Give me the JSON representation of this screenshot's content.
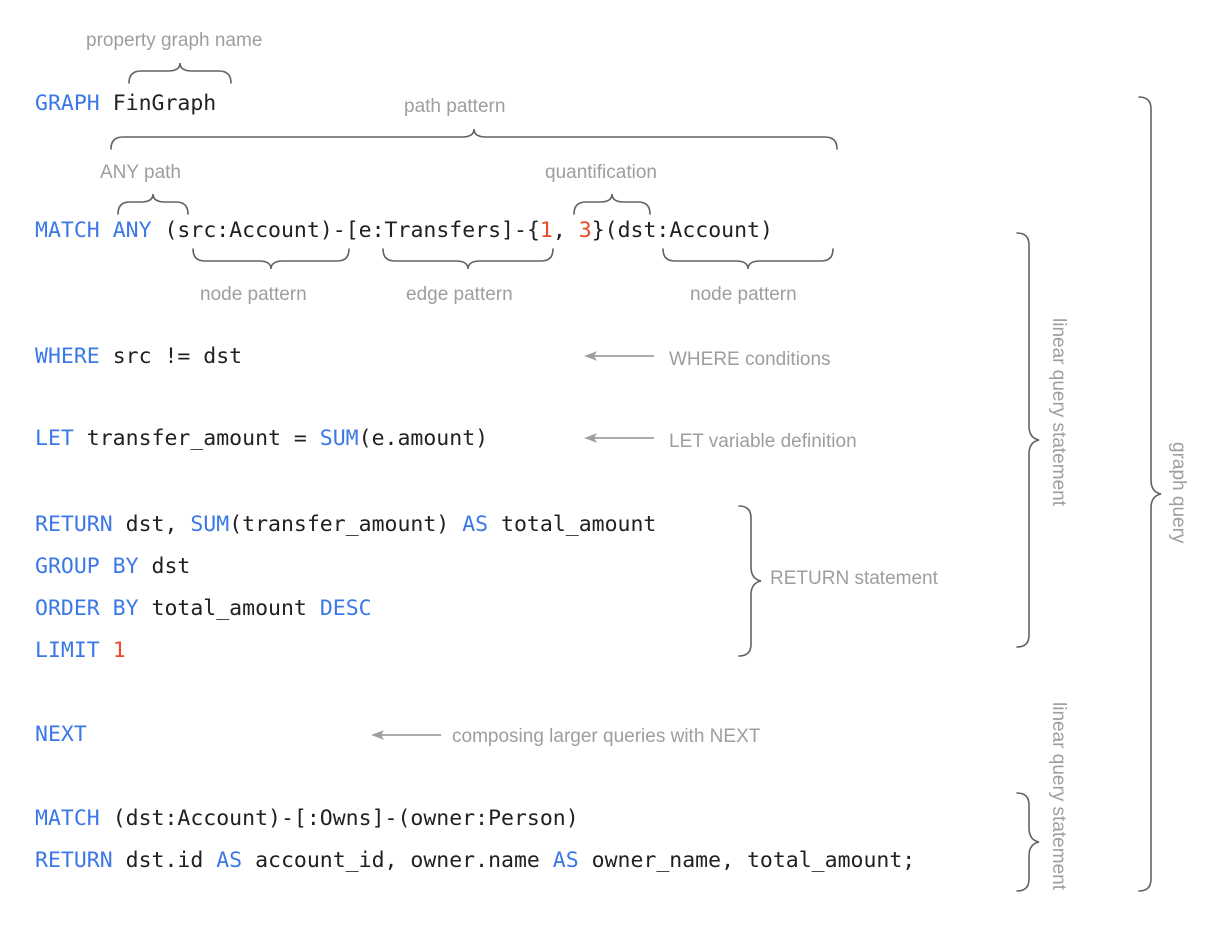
{
  "diagram": {
    "title": "GQL graph query annotated syntax diagram",
    "colors": {
      "keyword": "#3b78e7",
      "number": "#ea4a27",
      "plain": "#202124",
      "annotation": "#9e9e9e",
      "brace": "#5f6368",
      "background": "#ffffff"
    }
  },
  "code": {
    "line_graph": {
      "keyword": "GRAPH",
      "value": "FinGraph"
    },
    "line_match": {
      "keyword": "MATCH",
      "any": "ANY",
      "node_src": "(src:Account)",
      "dash1": "-",
      "edge": "[e:Transfers]",
      "dash2": "-",
      "quant_open": "{",
      "quant_lower": "1",
      "quant_sep": ", ",
      "quant_upper": "3",
      "quant_close": "}",
      "node_dst": "(dst:Account)"
    },
    "line_where": {
      "keyword": "WHERE",
      "expr": "src != dst"
    },
    "line_let": {
      "keyword": "LET",
      "var": "transfer_amount = ",
      "fn": "SUM",
      "args": "(e.amount)"
    },
    "line_return": {
      "keyword": "RETURN",
      "part1": "dst, ",
      "fn": "SUM",
      "part2": "(transfer_amount) ",
      "as": "AS",
      "part3": "total_amount"
    },
    "line_group": {
      "keyword": "GROUP BY",
      "expr": "dst"
    },
    "line_order": {
      "keyword": "ORDER BY",
      "expr": "total_amount",
      "dir": "DESC"
    },
    "line_limit": {
      "keyword": "LIMIT",
      "value": "1"
    },
    "line_next": {
      "keyword": "NEXT"
    },
    "line_match2": {
      "keyword": "MATCH",
      "pattern": "(dst:Account)-[:Owns]-(owner:Person)"
    },
    "line_return2": {
      "keyword": "RETURN",
      "part1": "dst.id ",
      "as1": "AS",
      "part2": " account_id, owner.name ",
      "as2": "AS",
      "part3": " owner_name, total_amount;"
    }
  },
  "annotations": {
    "property_graph_name": "property graph name",
    "path_pattern": "path pattern",
    "any_path": "ANY path",
    "quantification": "quantification",
    "node_pattern_left": "node pattern",
    "edge_pattern": "edge pattern",
    "node_pattern_right": "node pattern",
    "where_conditions": "WHERE conditions",
    "let_variable_definition": "LET variable definition",
    "return_statement": "RETURN statement",
    "composing_with_next": "composing larger queries with NEXT",
    "linear_query_statement_1": "linear query statement",
    "linear_query_statement_2": "linear query statement",
    "graph_query": "graph query"
  }
}
